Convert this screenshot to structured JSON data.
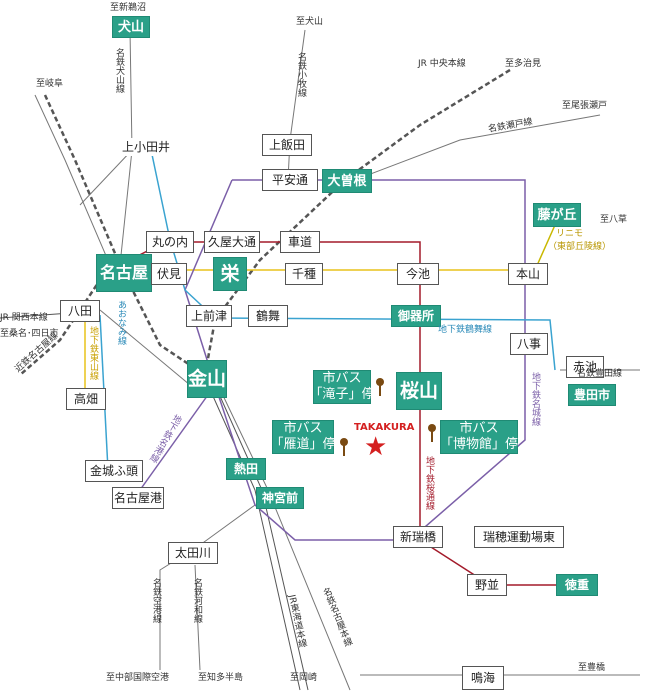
{
  "stations": {
    "inuyama": "犬山",
    "kamiotai": "上小田井",
    "kamiiida": "上飯田",
    "heiandori": "平安通",
    "ozone": "大曽根",
    "fujigaoka": "藤が丘",
    "marunouchi": "丸の内",
    "hisayaodori": "久屋大通",
    "shado": "車道",
    "nagoya": "名古屋",
    "fushimi": "伏見",
    "sakae": "栄",
    "chikusa": "千種",
    "imaike": "今池",
    "motoyama": "本山",
    "hatta": "八田",
    "kamimaezu": "上前津",
    "tsurumai": "鶴舞",
    "gokiso": "御器所",
    "yagoto": "八事",
    "akaike": "赤池",
    "takabata": "高畑",
    "kanayama": "金山",
    "sakurayama": "桜山",
    "toyotashi": "豊田市",
    "kinjofuto": "金城ふ頭",
    "nagoyako": "名古屋港",
    "atsuta": "熱田",
    "jingumae": "神宮前",
    "arahata": "新瑞橋",
    "mizuhoundojohigashi": "瑞穂運動場東",
    "otagawa": "太田川",
    "nonami": "野並",
    "tokushige": "徳重",
    "narumi": "鳴海"
  },
  "bus_stops": {
    "takiko": [
      "市バス",
      "「滝子」停"
    ],
    "gando": [
      "市バス",
      "「雁道」停"
    ],
    "hakubutsukan": [
      "市バス",
      "「博物館」停"
    ]
  },
  "marker": {
    "label": "TAKAKURA",
    "color": "#d42020"
  },
  "destinations": {
    "shinunuma": "至新鵜沼",
    "inuyama_komaki": "至犬山",
    "gifu": "至岐阜",
    "tajimi": "至多治見",
    "owariseto": "至尾張瀬戸",
    "yagusa": "至八草",
    "kuwana_yokkaichi": "至桑名･四日市",
    "chubu_airport": "至中部国際空港",
    "chita": "至知多半島",
    "okazaki": "至岡崎",
    "toyohashi": "至豊橋"
  },
  "line_labels": {
    "meitetsu_inuyama": "名鉄犬山線",
    "meitetsu_komaki": "名鉄小牧線",
    "jr_chuo": "JR 中央本線",
    "meitetsu_seto": "名鉄瀬戸線",
    "linimo": "リニモ",
    "tobu_kyuryo": "（東部丘陵線）",
    "jr_kansai": "JR 関西本線",
    "kintetsu_nagoya": "近鉄名古屋線",
    "aonami": "あおなみ線",
    "higashiyama": "地下鉄東山線",
    "tsurumai_line": "地下鉄鶴舞線",
    "meitetsu_toyota": "名鉄豊田線",
    "meijo": "地下鉄名城線",
    "meiko": "地下鉄名港線",
    "sakuradori": "地下鉄桜通線",
    "meitetsu_airport": "名鉄空港線",
    "meitetsu_kowa": "名鉄河和線",
    "jr_tokaido": "JR東海道本線",
    "meitetsu_nagoya": "名鉄名古屋本線"
  },
  "colors": {
    "green_station": "#2aa088",
    "higashiyama": "#e8c21a",
    "meijo": "#7b5fa8",
    "tsurumai": "#3aa3d0",
    "sakuradori": "#a31a2a",
    "meitetsu": "#888888",
    "jr": "#555555",
    "linimo": "#c9b800"
  }
}
